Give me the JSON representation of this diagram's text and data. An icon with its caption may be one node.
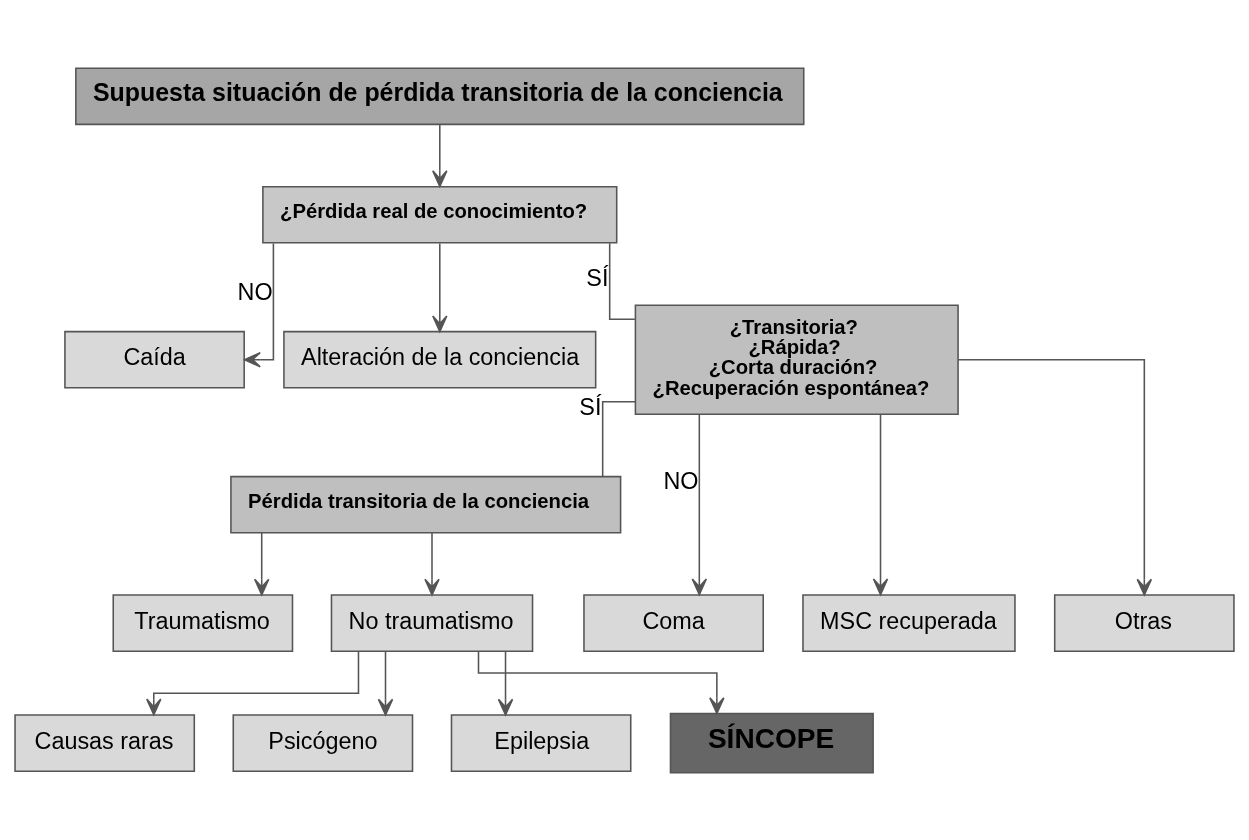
{
  "diagram": {
    "nodes": [
      {
        "text": [
          "Supuesta situación de pérdida transitoria de la conciencia"
        ]
      },
      {
        "text": [
          "¿Pérdida real de conocimiento?"
        ]
      },
      {
        "text": [
          "Caída"
        ]
      },
      {
        "text": [
          "Alteración de la conciencia"
        ]
      },
      {
        "text": [
          "¿Transitoria?",
          "¿Rápida?",
          "¿Corta duración?",
          "¿Recuperación espontánea?"
        ]
      },
      {
        "text": [
          "Pérdida transitoria de la conciencia"
        ]
      },
      {
        "text": [
          "Traumatismo"
        ]
      },
      {
        "text": [
          "No traumatismo"
        ]
      },
      {
        "text": [
          "Causas raras"
        ]
      },
      {
        "text": [
          "Psicógeno"
        ]
      },
      {
        "text": [
          "Epilepsia"
        ]
      },
      {
        "text": [
          "SÍNCOPE"
        ]
      },
      {
        "text": [
          "Coma"
        ]
      },
      {
        "text": [
          "MSC recuperada"
        ]
      },
      {
        "text": [
          "Otras"
        ]
      }
    ],
    "edges": [
      {
        "from": 0,
        "to": 1,
        "arrow": "to"
      },
      {
        "from": 1,
        "to": 2,
        "arrow": "to",
        "label": "NO"
      },
      {
        "from": 1,
        "to": 3,
        "arrow": "to"
      },
      {
        "from": 1,
        "to": 4,
        "arrow": "none",
        "label": "SÍ"
      },
      {
        "from": 4,
        "to": 5,
        "arrow": "none",
        "label": "SÍ"
      },
      {
        "from": 4,
        "to": 12,
        "arrow": "to",
        "label": "NO"
      },
      {
        "from": 4,
        "to": 13,
        "arrow": "to"
      },
      {
        "from": 4,
        "to": 14,
        "arrow": "to"
      },
      {
        "from": 5,
        "to": 6,
        "arrow": "to"
      },
      {
        "from": 5,
        "to": 7,
        "arrow": "to"
      },
      {
        "from": 7,
        "to": 8,
        "arrow": "to"
      },
      {
        "from": 7,
        "to": 9,
        "arrow": "to"
      },
      {
        "from": 7,
        "to": 10,
        "arrow": "to"
      },
      {
        "from": 7,
        "to": 11,
        "arrow": "to"
      }
    ]
  }
}
